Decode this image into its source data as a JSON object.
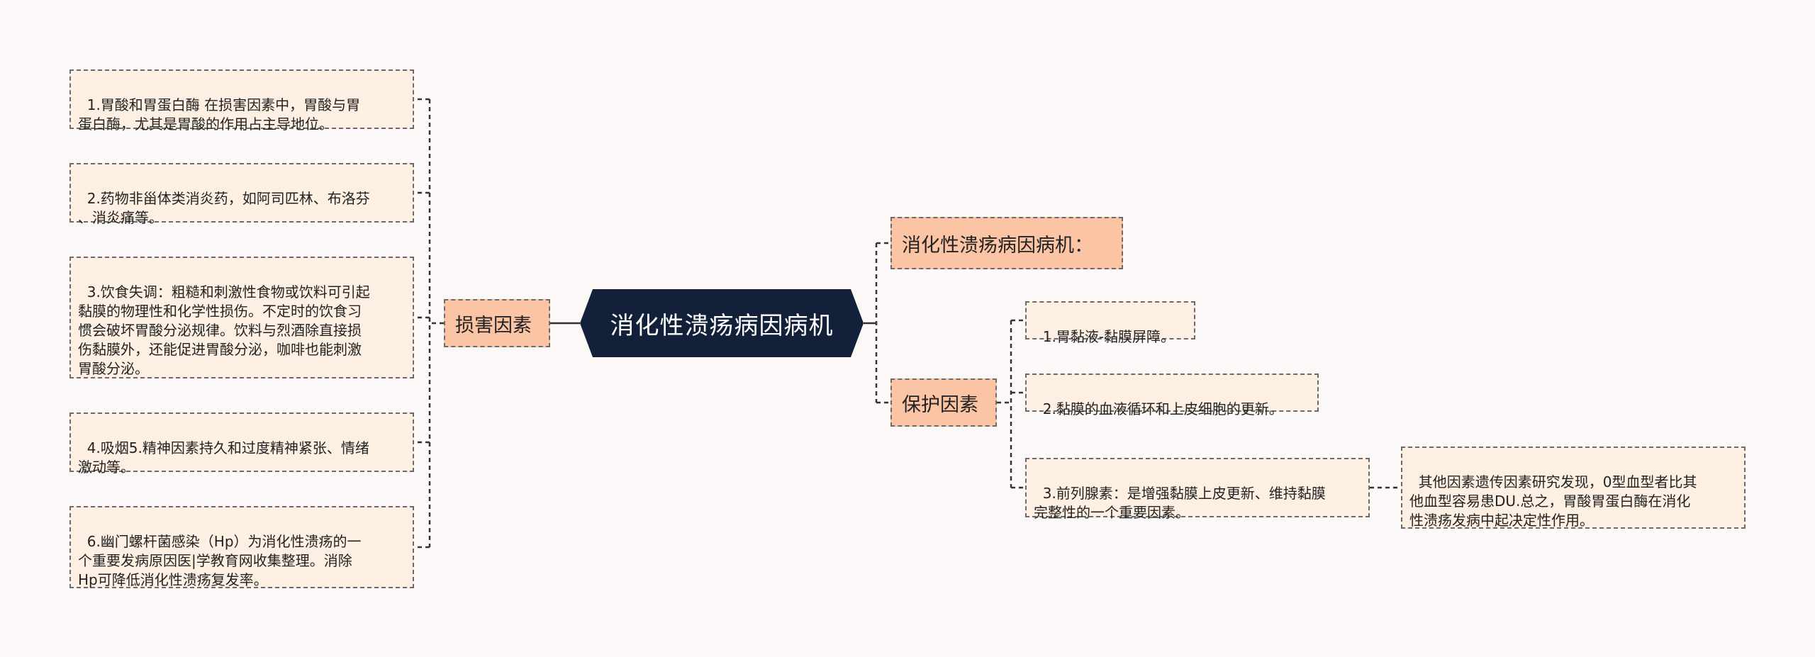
{
  "central": {
    "label": "消化性溃疡病因病机"
  },
  "left": {
    "branch": {
      "label": "损害因素"
    },
    "leaves": [
      {
        "text": "1.胃酸和胃蛋白酶 在损害因素中，胃酸与胃\n蛋白酶，尤其是胃酸的作用占主导地位。"
      },
      {
        "text": "2.药物非甾体类消炎药，如阿司匹林、布洛芬\n、消炎痛等。"
      },
      {
        "text": "3.饮食失调：粗糙和刺激性食物或饮料可引起\n黏膜的物理性和化学性损伤。不定时的饮食习\n惯会破坏胃酸分泌规律。饮料与烈酒除直接损\n伤黏膜外，还能促进胃酸分泌，咖啡也能刺激\n胃酸分泌。"
      },
      {
        "text": "4.吸烟5.精神因素持久和过度精神紧张、情绪\n激动等。"
      },
      {
        "text": "6.幽门螺杆菌感染（Hp）为消化性溃疡的一\n个重要发病原因医|学教育网收集整理。消除\nHp可降低消化性溃疡复发率。"
      }
    ]
  },
  "right": {
    "branch_top": {
      "label": "消化性溃疡病因病机："
    },
    "branch_protect": {
      "label": "保护因素"
    },
    "leaves": [
      {
        "text": "1.胃黏液-黏膜屏障。"
      },
      {
        "text": "2.黏膜的血液循环和上皮细胞的更新。"
      },
      {
        "text": "3.前列腺素：是增强黏膜上皮更新、维持黏膜\n完整性的一个重要因素。"
      }
    ],
    "sub_leaf": {
      "text": "其他因素遗传因素研究发现，0型血型者比其\n他血型容易患DU.总之，胃酸胃蛋白酶在消化\n性溃疡发病中起决定性作用。"
    }
  },
  "colors": {
    "central": "#12203a",
    "branch": "#fac4a5",
    "leaf": "#fdf0e2",
    "line": "#333333",
    "background": "#fdf9f8"
  }
}
